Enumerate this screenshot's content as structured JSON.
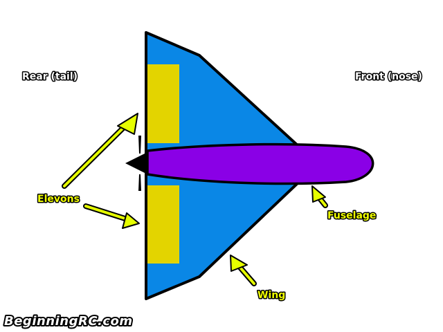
{
  "labels": {
    "rear": "Rear (tail)",
    "front": "Front (nose)",
    "elevons": "Elevons",
    "fuselage": "Fuselage",
    "wing": "Wing"
  },
  "logo": {
    "text": "BeginningRC.com"
  },
  "colors": {
    "wing": "#0A87E6",
    "elevon": "#E3D400",
    "fuselage": "#8A00E6",
    "arrow": "#E6FF00",
    "label_fill": "#F0FF00",
    "outline": "#000000"
  }
}
